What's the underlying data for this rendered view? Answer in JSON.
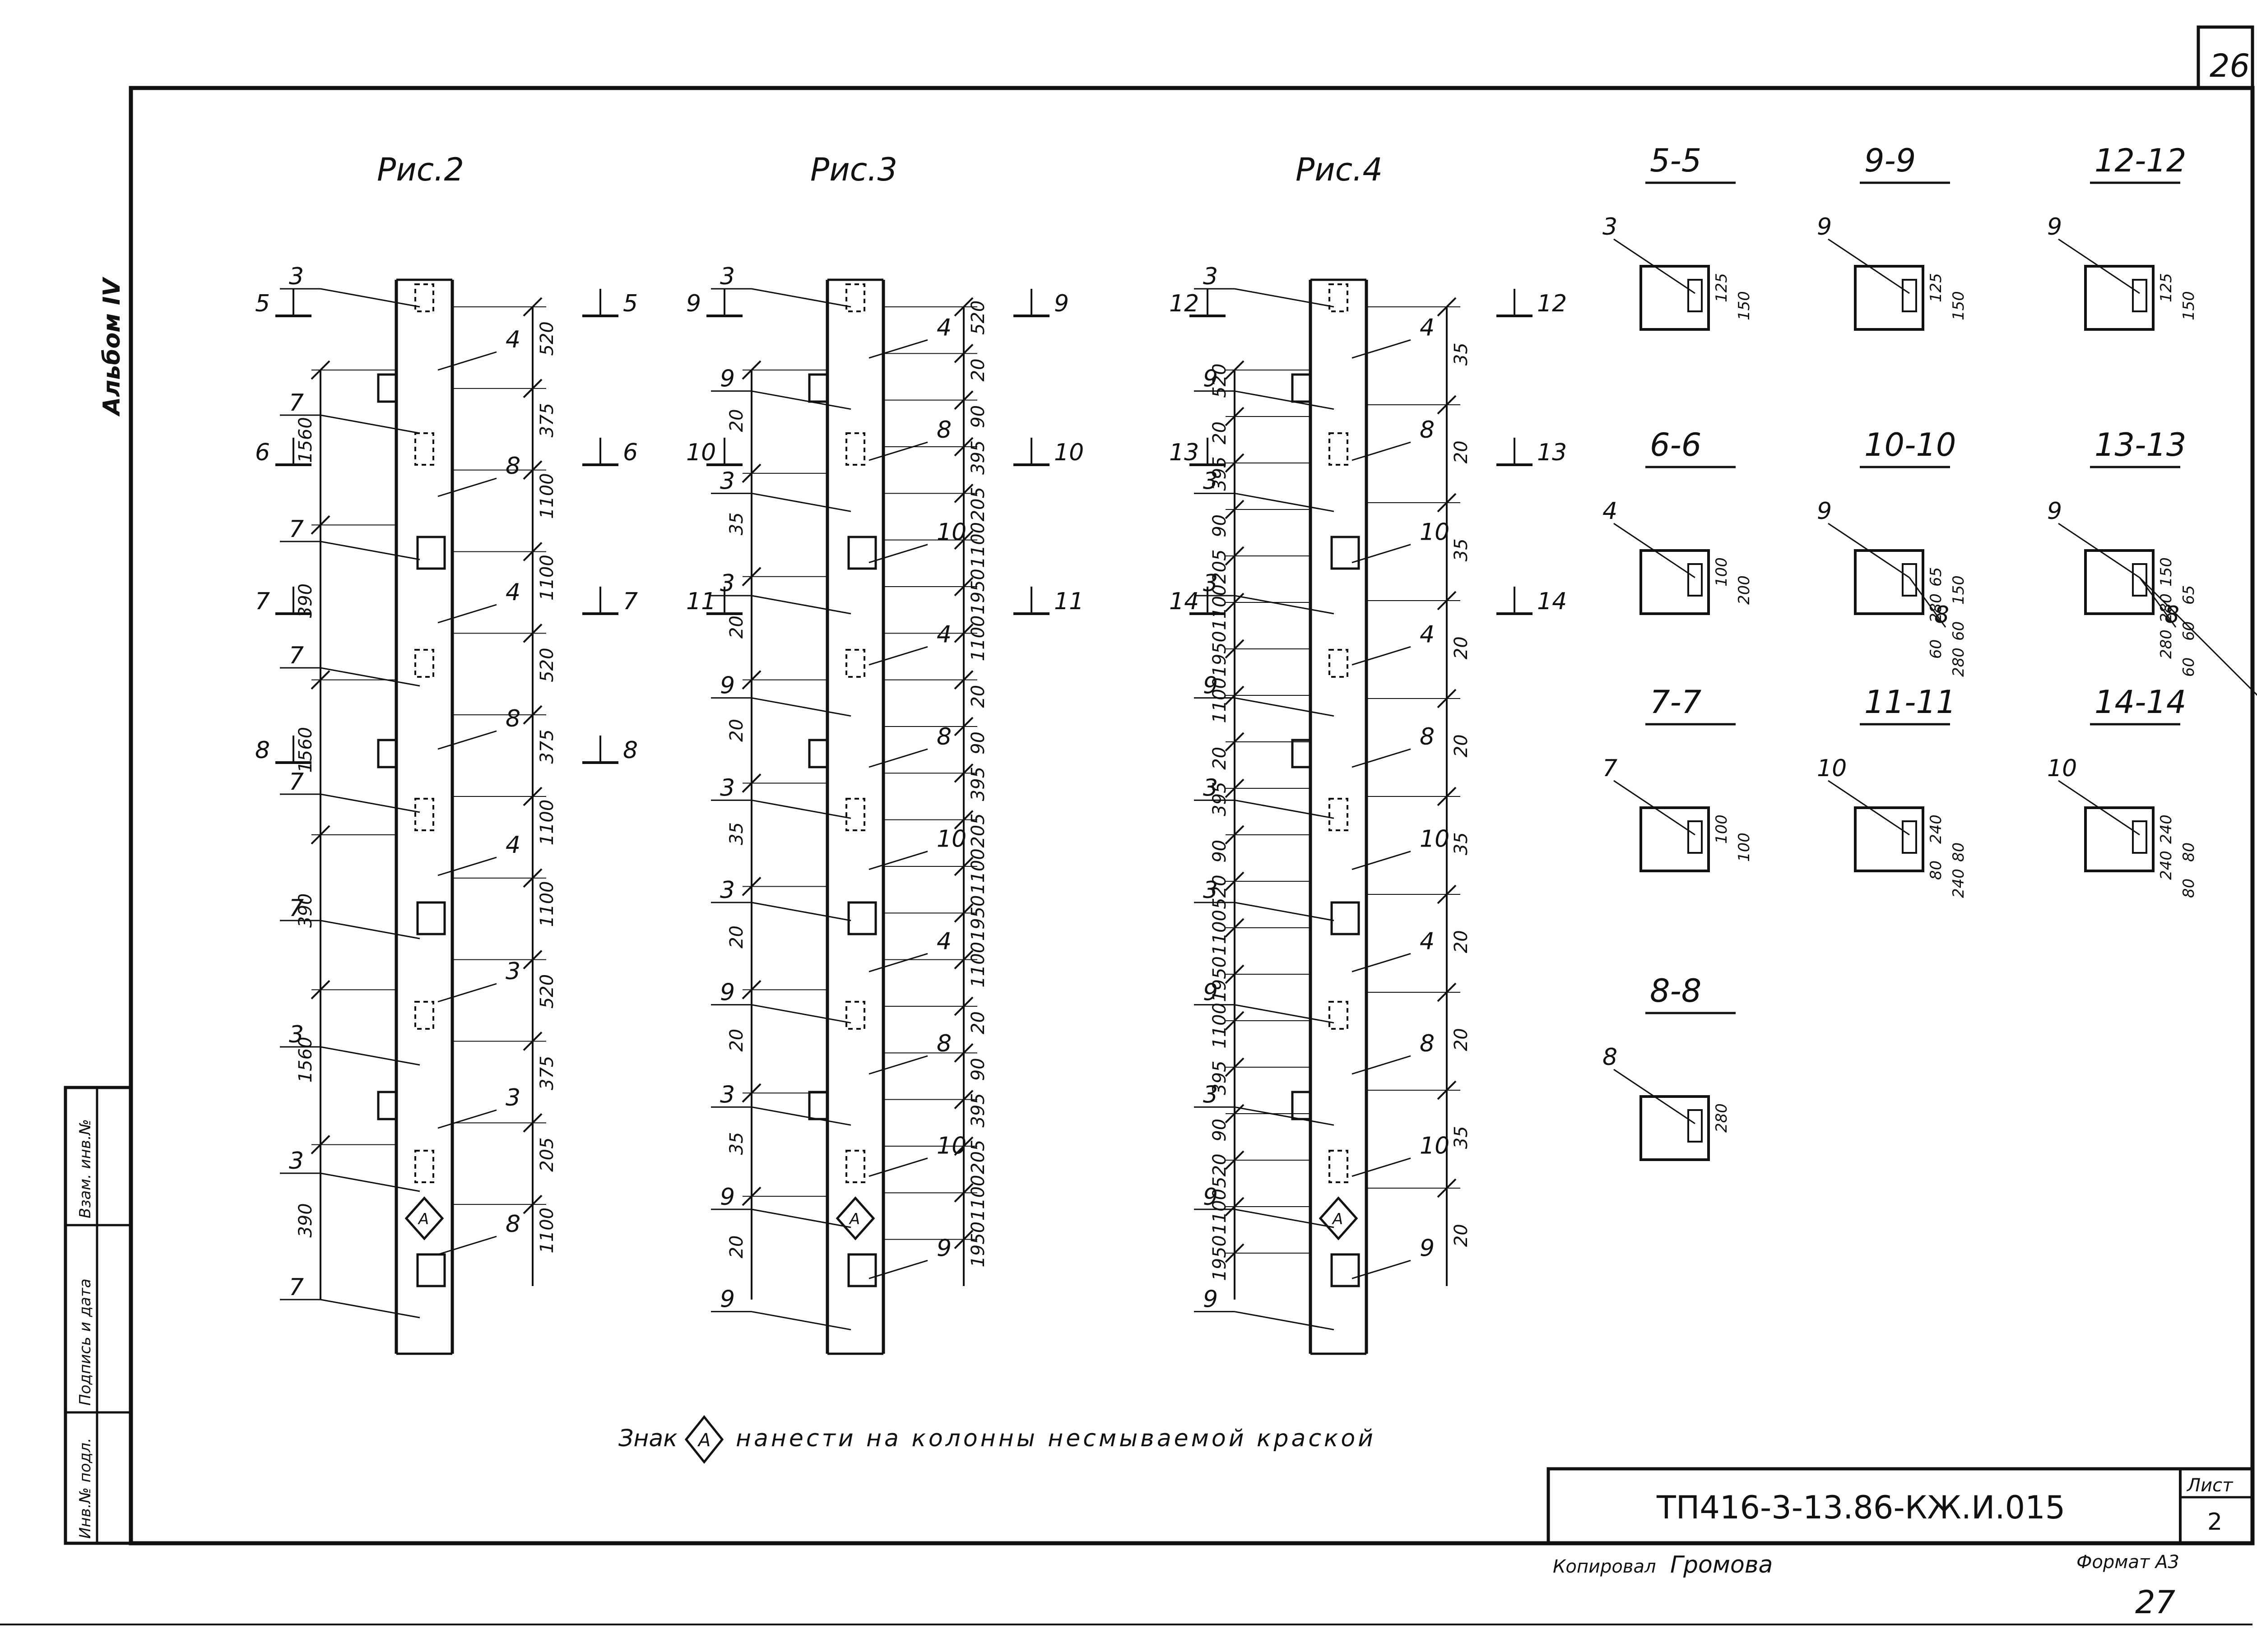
{
  "sheet": {
    "page_number_top": "26",
    "page_number_bottom": "27",
    "album_label": "Альбом IV",
    "stamp_labels": [
      "Инв.№ подл.",
      "Подпись и дата",
      "Взам. инв.№"
    ],
    "note_prefix": "Знак",
    "note_mark": "A",
    "note_text": "нанести на колонны несмываемой краской",
    "doc_code": "ТП416-3-13.86-КЖ.И.015",
    "sheet_label": "Лист",
    "sheet_number": "2",
    "copied_by_label": "Копировал",
    "copied_by_name": "Громова",
    "format_label": "Формат А3"
  },
  "figures": {
    "fig2": {
      "title": "Рис.2",
      "marks": [
        "3",
        "4",
        "7",
        "8",
        "7",
        "4",
        "7",
        "8",
        "7",
        "4",
        "7",
        "3",
        "3",
        "3",
        "3",
        "8",
        "7"
      ],
      "sections": [
        "5",
        "6",
        "7",
        "8",
        "5",
        "6",
        "7",
        "8"
      ],
      "dims_right": [
        "520",
        "375",
        "1100",
        "1100",
        "520",
        "375",
        "1100",
        "1100",
        "520",
        "375",
        "205",
        "1100"
      ],
      "dims_left": [
        "1560",
        "390",
        "1560",
        "390",
        "1560",
        "390"
      ]
    },
    "fig3": {
      "title": "Рис.3",
      "marks": [
        "3",
        "4",
        "9",
        "8",
        "3",
        "10",
        "3",
        "4",
        "9",
        "8",
        "3",
        "10",
        "3",
        "4",
        "9",
        "8",
        "3",
        "10",
        "9",
        "9",
        "9"
      ],
      "sections": [
        "9",
        "10",
        "11",
        "9",
        "10",
        "11"
      ],
      "dims_right": [
        "520",
        "20",
        "90",
        "395",
        "205",
        "1100",
        "1950",
        "1100",
        "20",
        "90",
        "395",
        "205",
        "1100",
        "1950",
        "1100",
        "20",
        "90",
        "395",
        "205",
        "1100",
        "1950"
      ],
      "dims_left": [
        "20",
        "35",
        "20",
        "20",
        "35",
        "20",
        "20",
        "35",
        "20"
      ]
    },
    "fig4": {
      "title": "Рис.4",
      "marks": [
        "3",
        "4",
        "9",
        "8",
        "3",
        "10",
        "3",
        "4",
        "9",
        "8",
        "3",
        "10",
        "3",
        "4",
        "9",
        "8",
        "3",
        "10",
        "9",
        "9",
        "9"
      ],
      "sections": [
        "12",
        "13",
        "14",
        "12",
        "13",
        "14"
      ],
      "dims_right": [
        "35",
        "20",
        "35",
        "20",
        "20",
        "35",
        "20",
        "20",
        "35",
        "20"
      ],
      "dims_left": [
        "520",
        "20",
        "395",
        "90",
        "205",
        "1100",
        "1950",
        "1100",
        "20",
        "395",
        "90",
        "520",
        "1100",
        "1950",
        "1100",
        "395",
        "90",
        "520",
        "1100",
        "1950"
      ]
    }
  },
  "sections": [
    {
      "title": "5-5",
      "marks": [
        "3"
      ],
      "dims": [
        "125",
        "150"
      ]
    },
    {
      "title": "9-9",
      "marks": [
        "9"
      ],
      "dims": [
        "125",
        "150"
      ]
    },
    {
      "title": "12-12",
      "marks": [
        "9"
      ],
      "dims": [
        "125",
        "150"
      ]
    },
    {
      "title": "6-6",
      "marks": [
        "4"
      ],
      "dims": [
        "100",
        "200"
      ]
    },
    {
      "title": "10-10",
      "marks": [
        "9",
        "8"
      ],
      "dims": [
        "65",
        "150",
        "280",
        "60",
        "60",
        "280"
      ]
    },
    {
      "title": "13-13",
      "marks": [
        "9",
        "8",
        "8"
      ],
      "dims": [
        "150",
        "65",
        "280",
        "60",
        "280",
        "60"
      ]
    },
    {
      "title": "7-7",
      "marks": [
        "7"
      ],
      "dims": [
        "100",
        "100"
      ]
    },
    {
      "title": "11-11",
      "marks": [
        "10"
      ],
      "dims": [
        "240",
        "80",
        "80",
        "240"
      ]
    },
    {
      "title": "14-14",
      "marks": [
        "10"
      ],
      "dims": [
        "240",
        "80",
        "240",
        "80"
      ]
    },
    {
      "title": "8-8",
      "marks": [
        "8"
      ],
      "dims": [
        "280"
      ]
    }
  ]
}
